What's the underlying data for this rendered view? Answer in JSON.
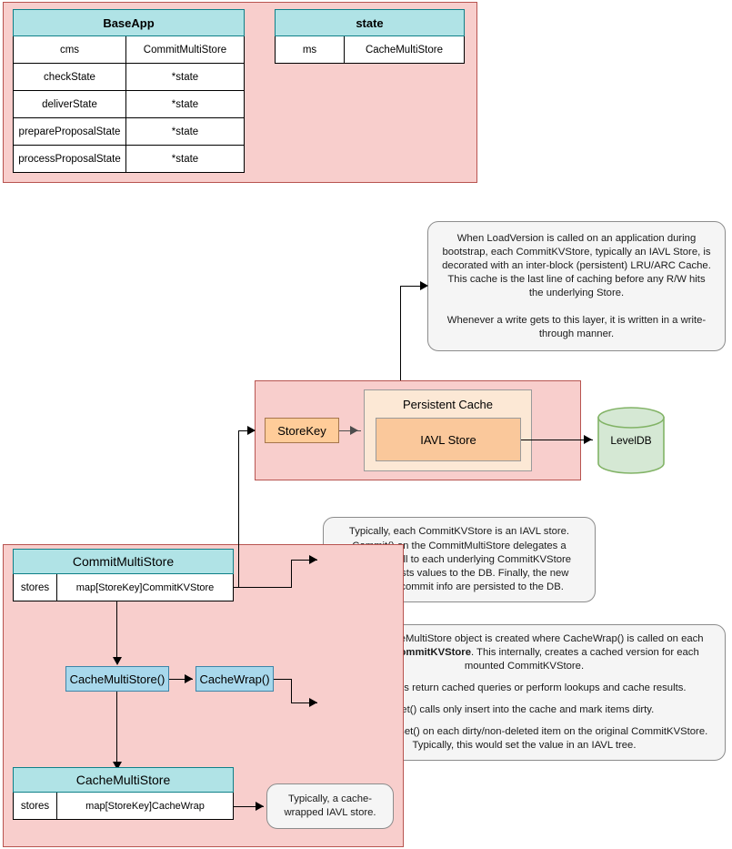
{
  "diagram": {
    "title": "Cosmos SDK store / cache architecture diagram",
    "colors": {
      "container_fill": "#f8cecc",
      "container_border": "#b85450",
      "table_header": "#b0e3e6",
      "table_header_border": "#0e8088",
      "note_fill": "#f5f5f5",
      "note_border": "#8c8c8c",
      "orange_key": "#ffcc99",
      "cache_outer": "#fce8d5",
      "iavl_fill": "#fac89b",
      "blue_fill": "#a8d8ec",
      "blue_border": "#3d85a8",
      "db_fill": "#d5e8d4",
      "db_border": "#82b366"
    }
  },
  "baseapp_table": {
    "header": "BaseApp",
    "rows": [
      {
        "field": "cms",
        "type": "CommitMultiStore"
      },
      {
        "field": "checkState",
        "type": "*state"
      },
      {
        "field": "deliverState",
        "type": "*state"
      },
      {
        "field": "prepareProposalState",
        "type": "*state"
      },
      {
        "field": "processProposalState",
        "type": "*state"
      }
    ]
  },
  "state_table": {
    "header": "state",
    "rows": [
      {
        "field": "ms",
        "type": "CacheMultiStore"
      }
    ]
  },
  "persistent_cache_group": {
    "storekey_label": "StoreKey",
    "cache_title": "Persistent Cache",
    "iavl_label": "IAVL Store",
    "db_label": "LevelDB"
  },
  "commit_multistore_table": {
    "header": "CommitMultiStore",
    "rows": [
      {
        "field": "stores",
        "type": "map[StoreKey]CommitKVStore"
      }
    ]
  },
  "cache_multistore_table": {
    "header": "CacheMultiStore",
    "rows": [
      {
        "field": "stores",
        "type": "map[StoreKey]CacheWrap"
      }
    ]
  },
  "buttons": {
    "cache_multistore_call": "CacheMultiStore()",
    "cache_wrap_call": "CacheWrap()"
  },
  "notes": {
    "loadversion": {
      "para1": "When LoadVersion is called on an application during bootstrap, each CommitKVStore, typically an IAVL Store, is decorated with an inter-block (persistent) LRU/ARC Cache. This cache is the last line of caching before any R/W hits the underlying Store.",
      "para2": "Whenever a write gets to this layer, it is written in a write-through manner."
    },
    "commit": {
      "para1": "Typically, each CommitKVStore is an IAVL store.",
      "para2": "Commit() on the CommitMultiStore delegates a Commit() call to each underlying CommitKVStore which persists values to the DB. Finally, the new version & commit info are persisted to the DB."
    },
    "cachewrap": {
      "para1_a": "A new CacheMultiStore object is created where CacheWrap() is called on each mounted ",
      "para1_b": "CommitKVStore",
      "para1_c": ". This internally, creates a cached version for each mounted CommitKVStore.",
      "para2": "Get() calls return cached queries or perform lookups and cache results.",
      "para3": "Set() calls only insert into the cache and mark items dirty.",
      "para4": "Write() calls Set() on each dirty/non-deleted item on the original CommitKVStore. Typically, this would set the value in an IAVL tree."
    },
    "cachewrapped": {
      "text": "Typically, a cache-wrapped IAVL store."
    }
  }
}
